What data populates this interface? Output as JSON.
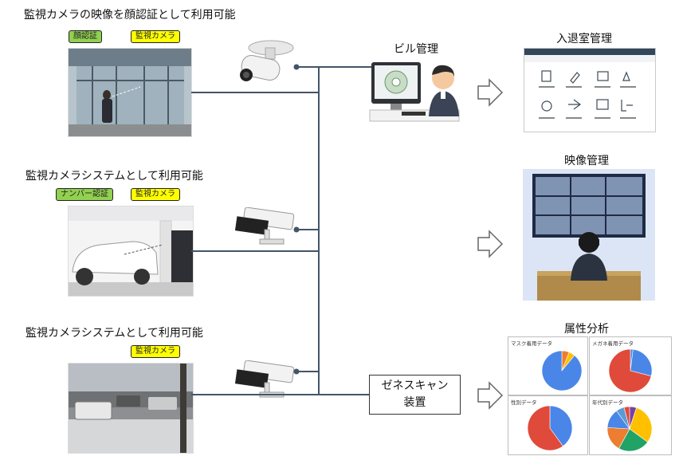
{
  "rows": [
    {
      "heading": "監視カメラの映像を顔認証として利用可能",
      "tags": [
        {
          "text": "顔認証",
          "color": "#92d050"
        },
        {
          "text": "監視カメラ",
          "color": "#ffff00"
        }
      ]
    },
    {
      "heading": "監視カメラシステムとして利用可能",
      "tags": [
        {
          "text": "ナンバー認証",
          "color": "#92d050"
        },
        {
          "text": "監視カメラ",
          "color": "#ffff00"
        }
      ]
    },
    {
      "heading": "監視カメラシステムとして利用可能",
      "tags": [
        {
          "text": "監視カメラ",
          "color": "#ffff00"
        }
      ]
    }
  ],
  "building": {
    "label": "ビル管理"
  },
  "zenescan": {
    "line1": "ゼネスキャン",
    "line2": "装置"
  },
  "outputs": {
    "access": {
      "label": "入退室管理"
    },
    "video": {
      "label": "映像管理"
    },
    "analysis": {
      "label": "属性分析"
    }
  },
  "line_color": "#44546a",
  "chart_data": [
    {
      "type": "pie",
      "title": "マスク着用データ",
      "values": [
        6,
        5,
        89
      ],
      "colors": [
        "#ed7d31",
        "#ffc000",
        "#4a86e8"
      ]
    },
    {
      "type": "pie",
      "title": "メガネ着用データ",
      "values": [
        2,
        27,
        71
      ],
      "colors": [
        "#4a86e8",
        "#4a86e8",
        "#e04a3a"
      ]
    },
    {
      "type": "pie",
      "title": "性別データ",
      "values": [
        40,
        60
      ],
      "colors": [
        "#4a86e8",
        "#e04a3a"
      ]
    },
    {
      "type": "pie",
      "title": "年代別データ",
      "values": [
        5,
        30,
        23,
        18,
        14,
        6,
        4
      ],
      "colors": [
        "#7b3fa0",
        "#ffc000",
        "#21a366",
        "#ed7d31",
        "#4a86e8",
        "#5b9bd5",
        "#e04a3a"
      ]
    }
  ]
}
